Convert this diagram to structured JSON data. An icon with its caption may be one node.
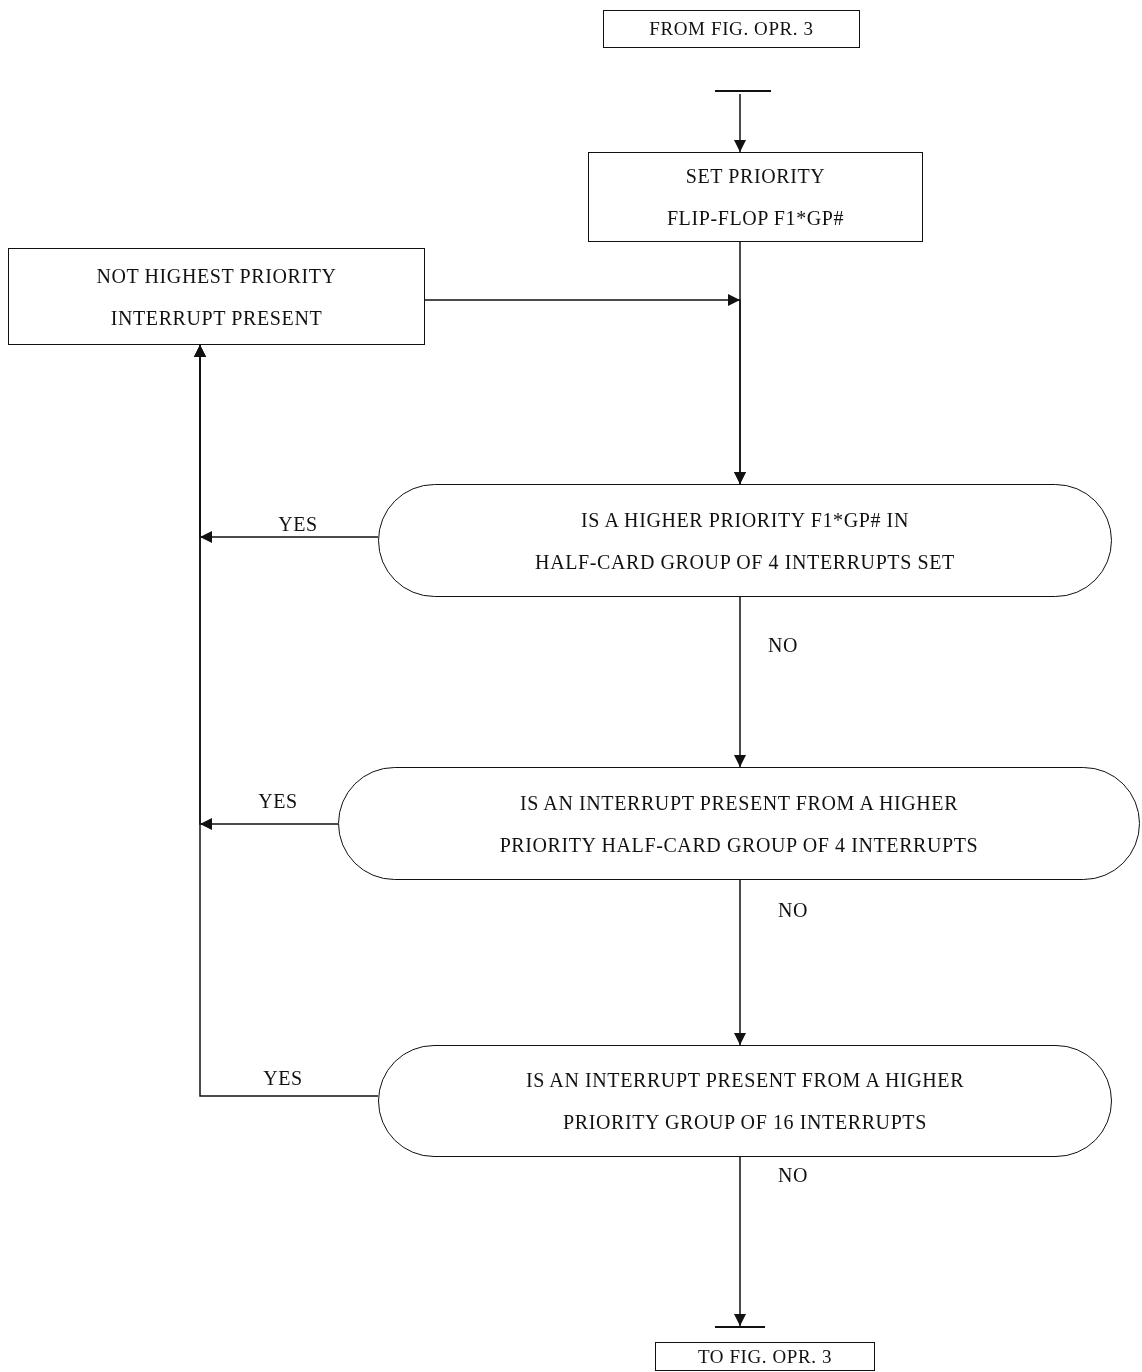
{
  "diagram": {
    "nodes": [
      {
        "text": [
          "FROM FIG. OPR. 3"
        ]
      },
      {
        "text": [],
        "shape": "bar"
      },
      {
        "text": [
          "SET PRIORITY FLIP-FLOP F1*GP#"
        ]
      },
      {
        "text": [
          "NOT HIGHEST PRIORITY INTERRUPT PRESENT"
        ]
      },
      {
        "text": [
          "IS A HIGHER PRIORITY F1*GP# IN HALF-CARD GROUP OF 4 INTERRUPTS SET"
        ]
      },
      {
        "text": [
          "IS AN INTERRUPT PRESENT FROM A HIGHER PRIORITY HALF-CARD GROUP OF 4 INTERRUPTS"
        ]
      },
      {
        "text": [
          "IS AN INTERRUPT PRESENT FROM A HIGHER PRIORITY GROUP OF 16 INTERRUPTS"
        ]
      },
      {
        "text": [],
        "shape": "bar"
      },
      {
        "text": [
          "TO FIG. OPR. 3"
        ]
      }
    ],
    "edges": [
      {
        "from": 1,
        "to": 2,
        "arrow": "to"
      },
      {
        "from": 2,
        "to": 4,
        "arrow": "to"
      },
      {
        "from": 3,
        "to": 4,
        "arrow": "to"
      },
      {
        "from": 4,
        "to": 3,
        "arrow": "to",
        "label": "YES"
      },
      {
        "from": 5,
        "to": 3,
        "arrow": "to",
        "label": "YES"
      },
      {
        "from": 6,
        "to": 3,
        "arrow": "to",
        "label": "YES"
      },
      {
        "from": 4,
        "to": 5,
        "arrow": "to",
        "label": "NO"
      },
      {
        "from": 5,
        "to": 6,
        "arrow": "to",
        "label": "NO"
      },
      {
        "from": 6,
        "to": 7,
        "arrow": "to",
        "label": "NO"
      }
    ]
  }
}
